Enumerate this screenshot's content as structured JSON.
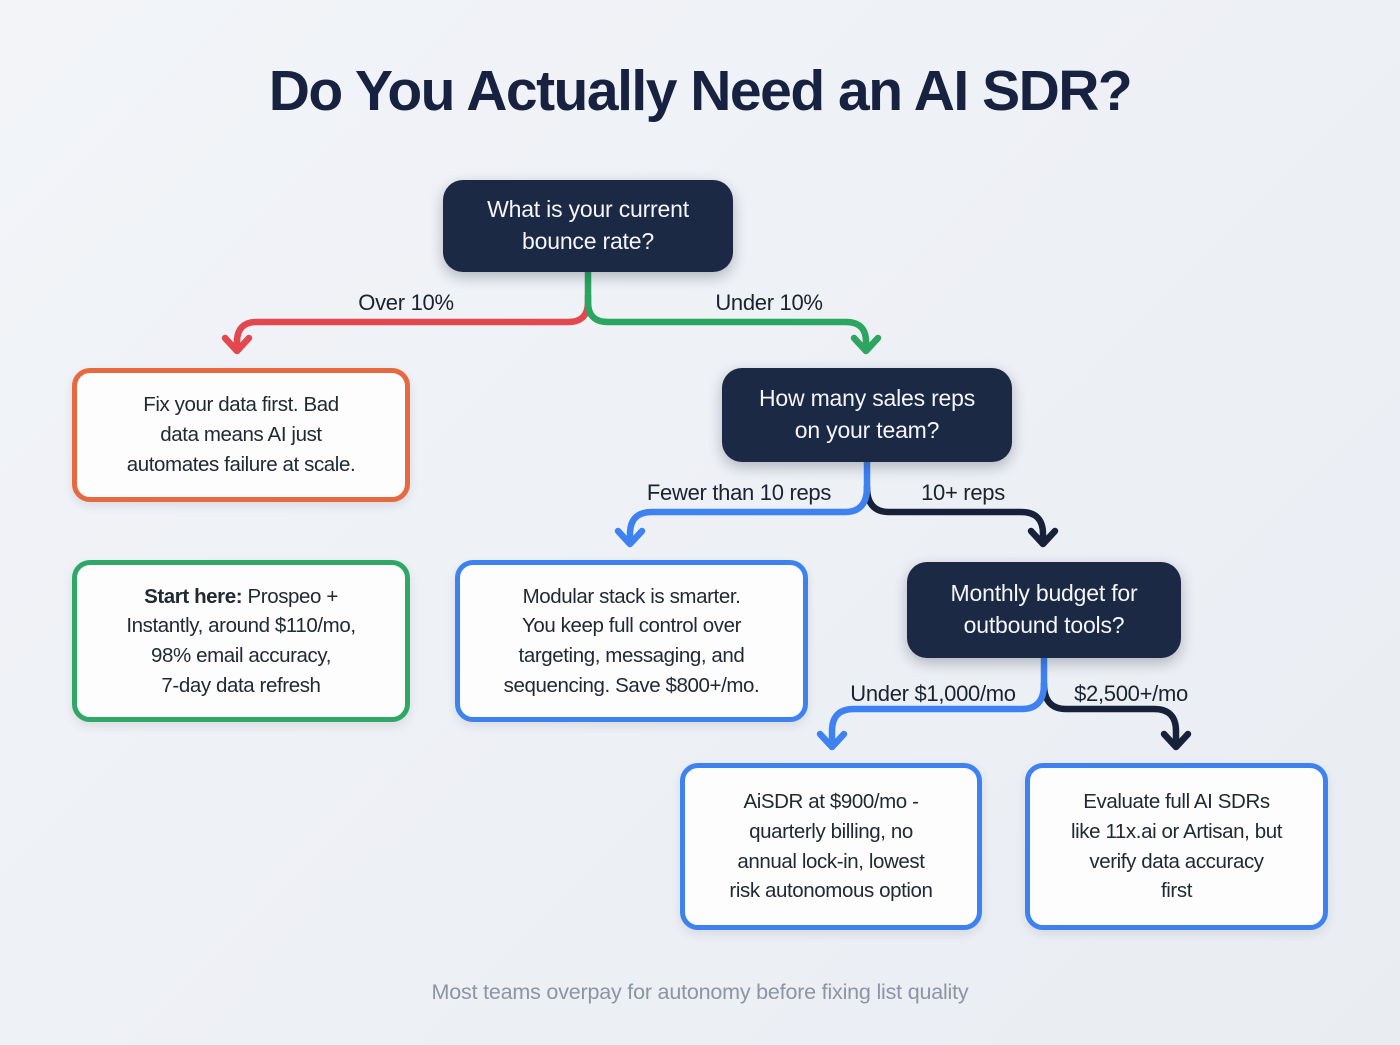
{
  "title": "Do You Actually Need an AI SDR?",
  "footer": "Most teams overpay for autonomy before fixing list quality",
  "colors": {
    "background": "#edf0f5",
    "node_navy": "#1b2944",
    "edge_red": "#e2484d",
    "edge_green": "#2ba55f",
    "edge_blue": "#3e82f2",
    "edge_dark_navy": "#17213a",
    "border_orange": "#e7693f",
    "border_green": "#2fa865",
    "border_blue": "#3e82f2",
    "card_background": "#fdfdfe"
  },
  "diagram": {
    "root_question": "What is your current\nbounce rate?",
    "reps_question": "How many sales reps\non your team?",
    "budget_question": "Monthly budget for\noutbound tools?",
    "branch_labels": {
      "over10": "Over 10%",
      "under10": "Under 10%",
      "fewer_reps": "Fewer than 10 reps",
      "ten_plus_reps": "10+ reps",
      "under_1000": "Under $1,000/mo",
      "over_2500": "$2,500+/mo"
    },
    "fix_data_box": "Fix your data first. Bad\ndata means AI just\nautomates failure at scale.",
    "start_here_box": {
      "lead": "Start here:",
      "rest": "Prospeo +\nInstantly, around $110/mo,\n98% email accuracy,\n7-day data refresh"
    },
    "modular_box": "Modular stack is smarter.\nYou keep full control over\ntargeting, messaging, and\nsequencing. Save $800+/mo.",
    "aisdr_box": "AiSDR at $900/mo -\nquarterly billing, no\nannual lock-in, lowest\nrisk autonomous option",
    "evaluate_box": "Evaluate full AI SDRs\nlike 11x.ai or Artisan, but\nverify data accuracy\nfirst"
  }
}
